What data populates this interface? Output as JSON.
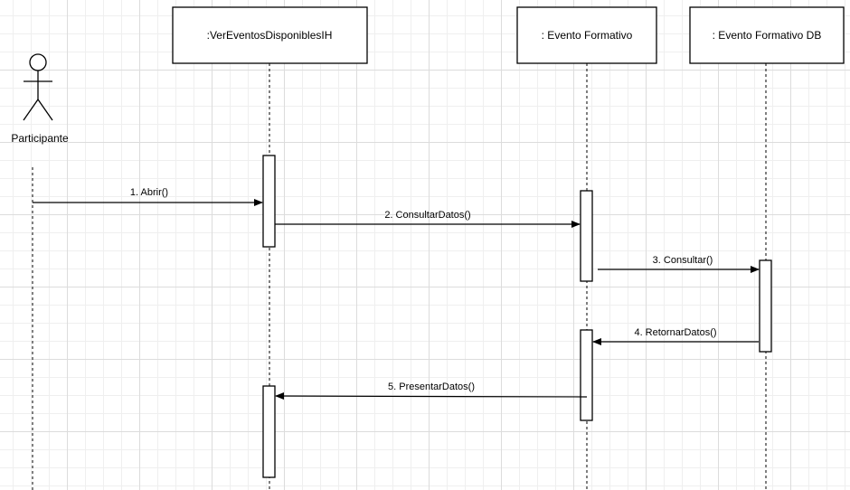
{
  "diagram": {
    "type": "sequence",
    "actor": {
      "label": "Participante"
    },
    "lifelines": [
      {
        "id": "ih",
        "label": ":VerEventosDisponiblesIH"
      },
      {
        "id": "ef",
        "label": ": Evento Formativo"
      },
      {
        "id": "db",
        "label": ": Evento Formativo DB"
      }
    ],
    "messages": [
      {
        "label": "1. Abrir()",
        "from": "participante",
        "to": "ih"
      },
      {
        "label": "2. ConsultarDatos()",
        "from": "ih",
        "to": "ef"
      },
      {
        "label": "3. Consultar()",
        "from": "ef",
        "to": "db"
      },
      {
        "label": "4. RetornarDatos()",
        "from": "db",
        "to": "ef"
      },
      {
        "label": "5. PresentarDatos()",
        "from": "ef",
        "to": "ih"
      }
    ]
  }
}
